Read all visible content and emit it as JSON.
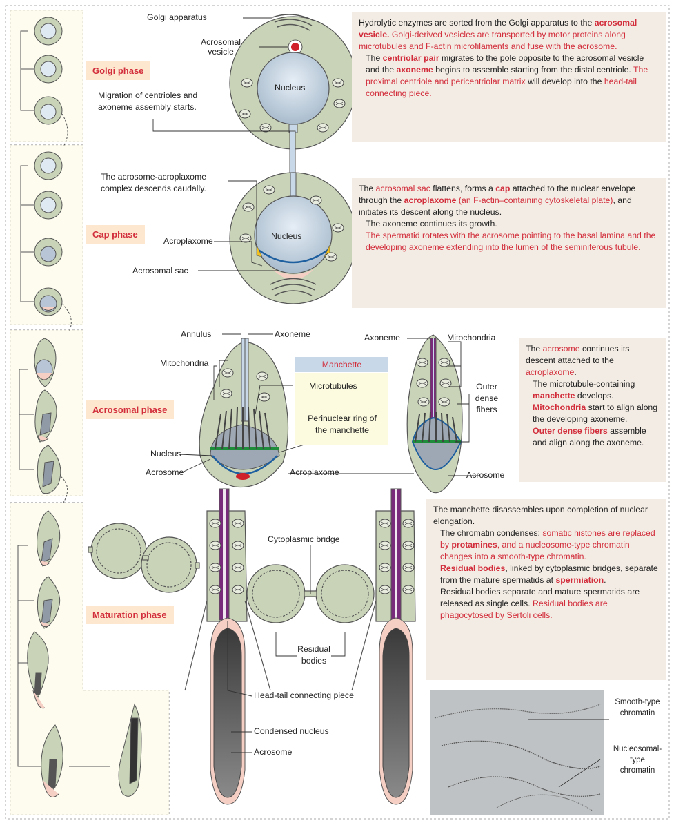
{
  "phases": {
    "golgi": "Golgi phase",
    "cap": "Cap phase",
    "acrosomal": "Acrosomal  phase",
    "maturation": "Maturation  phase"
  },
  "golgi_labels": {
    "golgi_apparatus": "Golgi apparatus",
    "acrosomal_vesicle": "Acrosomal\nvesicle",
    "nucleus": "Nucleus",
    "migration": "Migration of centrioles and\naxoneme assembly starts."
  },
  "golgi_box": {
    "p1a": "Hydrolytic enzymes are sorted from the Golgi apparatus to the ",
    "p1b": "acrosomal vesicle.",
    "p1c": "  Golgi-derived vesicles are transported by motor proteins along microtubules and F-actin microfilaments and fuse with the acrosome.",
    "p2a": "The ",
    "p2b": "centriolar pair",
    "p2c": " migrates to the pole opposite to the acrosomal vesicle and the ",
    "p2d": "axoneme",
    "p2e": " begins to assemble starting from the distal centriole. ",
    "p2f": "The proximal centriole and pericentriolar matrix",
    "p2g": " will develop into the ",
    "p2h": "head-tail connecting piece."
  },
  "cap_labels": {
    "complex": "The acrosome-acroplaxome\ncomplex descends caudally.",
    "nucleus": "Nucleus",
    "acroplaxome": "Acroplaxome",
    "acrosomal_sac": "Acrosomal sac"
  },
  "cap_box": {
    "p1a": "The ",
    "p1b": "acrosomal sac",
    "p1c": " flattens, forms a ",
    "p1d": "cap",
    "p1e": " attached to the nuclear envelope through the ",
    "p1f": "acroplaxome",
    "p1g": " (an F-actin–containing cytoskeletal plate)",
    "p1h": ", and initiates its descent along the nucleus.",
    "p2": "The axoneme continues its growth.",
    "p3": "The spermatid rotates with the acrosome pointing to the basal lamina and the developing axoneme extending into the lumen of the seminiferous tubule."
  },
  "acro_labels": {
    "annulus": "Annulus",
    "axoneme_left": "Axoneme",
    "mitochondria_left": "Mitochondria",
    "manchette": "Manchette",
    "microtubules": "Microtubules",
    "perinuclear": "Perinuclear ring of\nthe manchette",
    "nucleus": "Nucleus",
    "acrosome_left": "Acrosome",
    "acroplaxome": "Acroplaxome",
    "axoneme_right": "Axoneme",
    "mitochondria_right": "Mitochondria",
    "outer_dense": "Outer\ndense\nfibers",
    "acrosome_right": "Acrosome"
  },
  "acro_box": {
    "p1a": "The ",
    "p1b": "acrosome",
    "p1c": " continues its descent attached to the ",
    "p1d": "acroplaxome",
    "p1e": ".",
    "p2a": "The microtubule-containing ",
    "p2b": "manchette",
    "p2c": " develops.",
    "p3a": "Mitochondria",
    "p3b": " start to align along the developing axoneme.",
    "p4a": "Outer dense fibers",
    "p4b": " assemble and align along the axoneme."
  },
  "mat_labels": {
    "bridge": "Cytoplasmic bridge",
    "residual": "Residual\nbodies",
    "headtail": "Head-tail connecting piece",
    "condensed": "Condensed nucleus",
    "acrosome": "Acrosome",
    "smooth": "Smooth-type\nchromatin",
    "nucleosomal": "Nucleosomal-\ntype\nchromatin"
  },
  "mat_box": {
    "p1": "The manchette disassembles upon completion of nuclear elongation.",
    "p2a": "The chromatin condenses: ",
    "p2b": "somatic histones are replaced by ",
    "p2c": "protamines",
    "p2d": ", and a nucleosome-type chromatin changes into a smooth-type chromatin.",
    "p3a": "Residual bodies",
    "p3b": ", linked by cytoplasmic bridges, separate from the mature spermatids at ",
    "p3c": "spermiation",
    "p3d": ".",
    "p4a": "Residual bodies separate and mature spermatids are released as single cells. ",
    "p4b": "Residual bodies are phagocytosed by Sertoli cells."
  },
  "colors": {
    "cell": "#c9d3b8",
    "cell_stroke": "#5b6350",
    "nucleus": "#c8d8e8",
    "accent_red": "#d22d3b",
    "phase_bg": "#fde7cf",
    "box_bg": "#f3ece4",
    "acrosome_pink": "#f6cfc4",
    "manchette_green": "#1e8c3a",
    "axoneme_purple": "#7a2a7a"
  }
}
